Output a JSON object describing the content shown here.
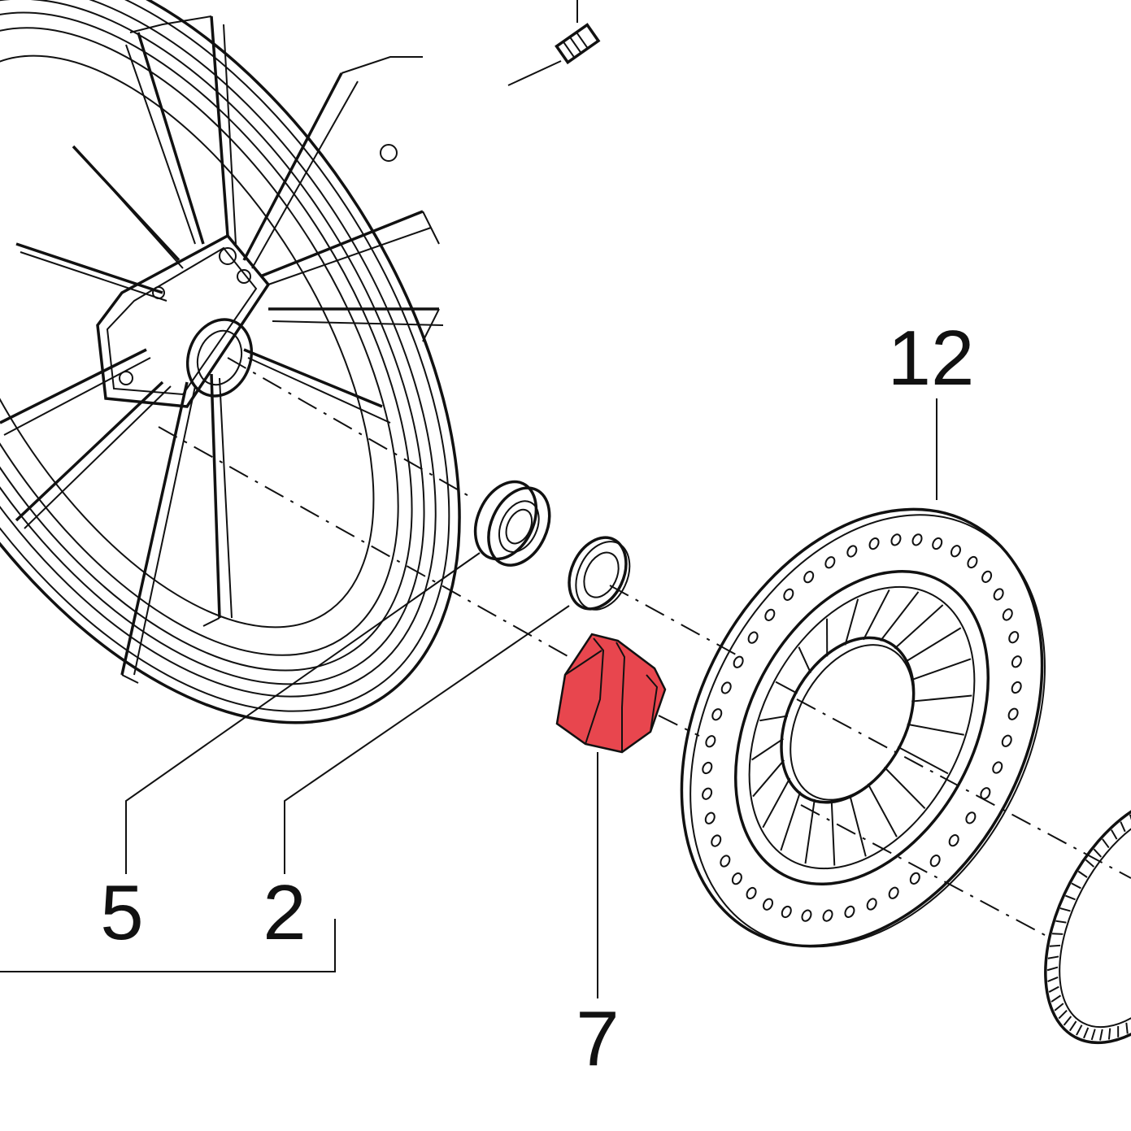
{
  "callouts": [
    {
      "number": "12"
    },
    {
      "number": "5"
    },
    {
      "number": "2"
    },
    {
      "number": "7"
    }
  ],
  "colors": {
    "highlight": "#e8464e",
    "line": "#111111",
    "background": "#ffffff"
  }
}
